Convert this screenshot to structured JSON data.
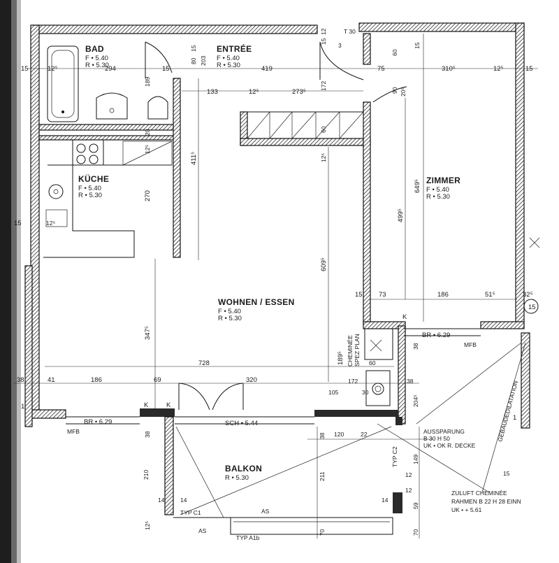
{
  "rooms": {
    "bad": {
      "name": "BAD",
      "f": "F • 5.40",
      "r": "R • 5.30"
    },
    "entree": {
      "name": "ENTRÉE",
      "f": "F • 5.40",
      "r": "R • 5.30"
    },
    "kueche": {
      "name": "KÜCHE",
      "f": "F • 5.40",
      "r": "R • 5.30"
    },
    "zimmer": {
      "name": "ZIMMER",
      "f": "F • 5.40",
      "r": "R • 5.30"
    },
    "wohnen": {
      "name": "WOHNEN / ESSEN",
      "f": "F • 5.40",
      "r": "R • 5.30"
    },
    "balkon": {
      "name": "BALKON",
      "r": "R • 5.30"
    }
  },
  "dimensions": {
    "top": [
      "15",
      "12⁵",
      "294",
      "15",
      "419",
      "75",
      "310⁵",
      "12⁵",
      "15"
    ],
    "top_small": [
      "80",
      "15",
      "203",
      "15",
      "12",
      "3",
      "T 30",
      "60",
      "15",
      "90",
      "20⁵",
      "172"
    ],
    "inner": [
      "133",
      "12⁵",
      "273⁵",
      "189",
      "20",
      "12⁵",
      "60",
      "12⁵"
    ],
    "vertical": [
      "411⁵",
      "270",
      "609⁵",
      "347⁵",
      "649⁵",
      "499⁵",
      "189⁵"
    ],
    "zimmer_bottom": [
      "15",
      "73",
      "186",
      "51⁵",
      "32⁵",
      "15"
    ],
    "bottom": [
      "38",
      "41",
      "186",
      "69",
      "320",
      "105",
      "172",
      "728",
      "60",
      "38",
      "30",
      "204⁵",
      "38"
    ],
    "balkon": [
      "38",
      "120",
      "22",
      "211",
      "210",
      "14",
      "14",
      "12",
      "149",
      "12",
      "14",
      "59",
      "70",
      "70",
      "15",
      "38",
      "12⁵"
    ],
    "misc": [
      "K",
      "K",
      "K",
      "1",
      "1",
      "15",
      "12⁵"
    ]
  },
  "annotations": {
    "br_left": "BR • 6.29",
    "br_right": "BR • 6.29",
    "mfb_left": "MFB",
    "mfb_right": "MFB",
    "sch": "SCH • 5.44",
    "cheminee": "CHEMINÉE",
    "spez_plan": "SPEZ PLAN",
    "aussparung_1": "AUSSPARUNG",
    "aussparung_2": "B 30  H 50",
    "aussparung_3": "UK • OK R. DECKE",
    "gebaeude": "GEBÄUDEDILATATION",
    "zuluft_1": "ZULUFT CHEMINÉE",
    "zuluft_2": "RAHMEN B 22  H 28 EINN",
    "zuluft_3": "UK • + 5.61",
    "typ_c1": "TYP C1",
    "typ_c2": "TYP C2",
    "as_1": "AS",
    "as_2": "AS",
    "typ_a1b": "TYP A1b"
  }
}
